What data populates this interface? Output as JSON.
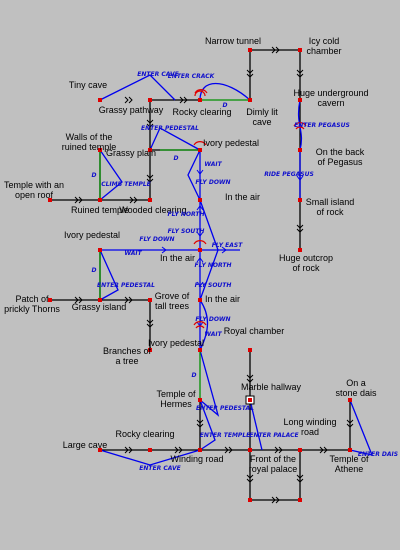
{
  "locations": {
    "narrow_tunnel": "Narrow tunnel",
    "icy_cold_chamber": "Icy cold chamber",
    "tiny_cave": "Tiny cave",
    "grassy_pathway": "Grassy pathway",
    "rocky_clearing_top": "Rocky clearing",
    "dimly_lit_cave": "Dimly lit cave",
    "huge_underground_cavern": "Huge underground cavern",
    "walls_ruined_temple": "Walls of the ruined temple",
    "grassy_plain": "Grassy plain",
    "ivory_pedestal_top": "Ivory pedestal",
    "on_back_of_pegasus": "On the back of Pegasus",
    "temple_open_roof": "Temple with an open roof",
    "ruined_temple": "Ruined temple",
    "wooded_clearing": "Wooded clearing",
    "in_the_air_1": "In the air",
    "small_island_of_rock": "Small island of rock",
    "ivory_pedestal_mid": "Ivory pedestal",
    "in_the_air_2": "In the air",
    "huge_outcrop_of_rock": "Huge outcrop of rock",
    "patch_prickly_thorns": "Patch of prickly Thorns",
    "grassy_island": "Grassy island",
    "grove_tall_trees": "Grove of tall trees",
    "in_the_air_3": "In the air",
    "royal_chamber": "Royal chamber",
    "ivory_pedestal_low": "Ivory pedestal",
    "branches_of_a_tree": "Branches of a tree",
    "marble_hallway": "Marble hallway",
    "on_a_stone_dais": "On a stone dais",
    "temple_of_hermes": "Temple of Hermes",
    "large_cave": "Large cave",
    "rocky_clearing_bottom": "Rocky clearing",
    "long_winding_road": "Long winding road",
    "winding_road": "Winding road",
    "front_royal_palace": "Front of the royal palace",
    "temple_of_athene": "Temple of Athene"
  },
  "actions": {
    "enter_cave": "ENTER CAVE",
    "enter_crack": "ENTER CRACK",
    "enter_pegasus": "ENTER PEGASUS",
    "enter_pedestal": "ENTER PEDESTAL",
    "climb_temple": "CLIMB TEMPLE",
    "wait": "WAIT",
    "fly_down": "FLY DOWN",
    "fly_north": "FLY NORTH",
    "fly_south": "FLY SOUTH",
    "fly_east": "FLY EAST",
    "ride_pegasus": "RIDE PEGASUS",
    "enter_temple": "ENTER TEMPLE",
    "enter_palace": "ENTER PALACE",
    "enter_dais": "ENTER DAIS",
    "d": "D"
  }
}
